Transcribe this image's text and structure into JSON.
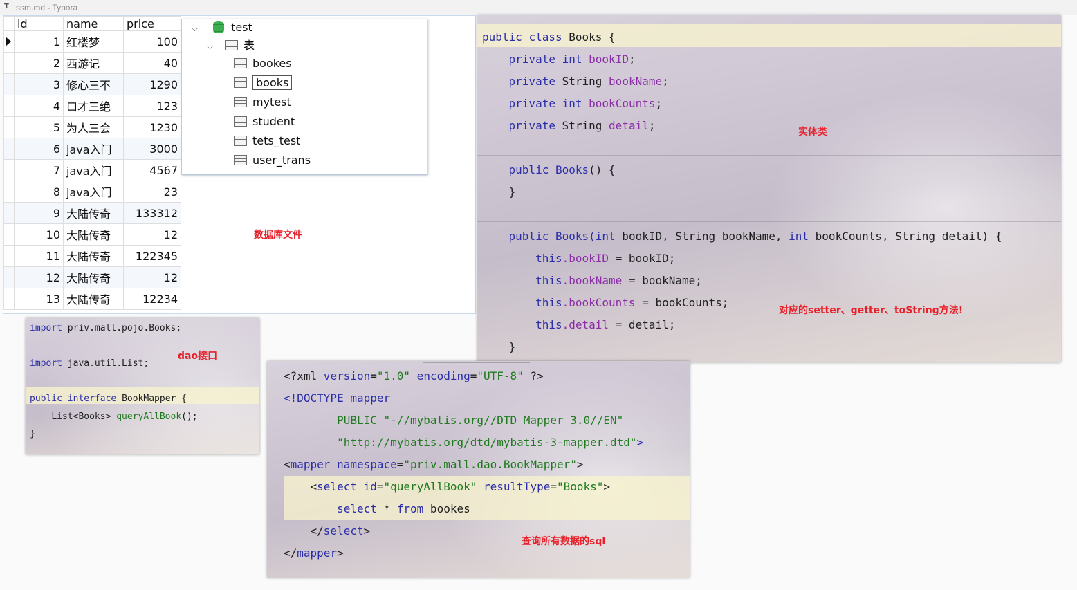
{
  "window": {
    "title": "ssm.md - Typora",
    "icon": "T"
  },
  "db_table": {
    "columns": [
      "id",
      "name",
      "price"
    ],
    "rows": [
      [
        "1",
        "红楼梦",
        "100"
      ],
      [
        "2",
        "西游记",
        "40"
      ],
      [
        "3",
        "修心三不",
        "1290"
      ],
      [
        "4",
        "口才三绝",
        "123"
      ],
      [
        "5",
        "为人三会",
        "1230"
      ],
      [
        "6",
        "java入门",
        "3000"
      ],
      [
        "7",
        "java入门",
        "4567"
      ],
      [
        "8",
        "java入门",
        "23"
      ],
      [
        "9",
        "大陆传奇",
        "133312"
      ],
      [
        "10",
        "大陆传奇",
        "12"
      ],
      [
        "11",
        "大陆传奇",
        "122345"
      ],
      [
        "12",
        "大陆传奇",
        "12"
      ],
      [
        "13",
        "大陆传奇",
        "12234"
      ]
    ]
  },
  "tree": {
    "database": "test",
    "tables_folder": "表",
    "tables": [
      "bookes",
      "books",
      "mytest",
      "student",
      "tets_test",
      "user_trans"
    ],
    "selected": "books"
  },
  "notes": {
    "db_file": "数据库文件",
    "entity": "实体类",
    "methods": "对应的setter、getter、toString方法!",
    "dao": "dao接口",
    "sql": "查询所有数据的sql"
  },
  "entity_code": {
    "class_decl": [
      "public",
      "class",
      "Books {"
    ],
    "fields": [
      [
        "private",
        "int",
        "bookID",
        ";"
      ],
      [
        "private",
        "String",
        "bookName",
        ";"
      ],
      [
        "private",
        "int",
        "bookCounts",
        ";"
      ],
      [
        "private",
        "String",
        "detail",
        ";"
      ]
    ],
    "ctor_empty": [
      "public",
      "Books",
      "() {",
      "}"
    ],
    "ctor_full_sig": [
      "public",
      "Books(",
      "int",
      " bookID, String bookName, ",
      "int",
      " bookCounts, String detail) {"
    ],
    "assigns": [
      [
        "this",
        ".bookID",
        " = bookID;"
      ],
      [
        "this",
        ".bookName",
        " = bookName;"
      ],
      [
        "this",
        ".bookCounts",
        " = bookCounts;"
      ],
      [
        "this",
        ".detail",
        " = detail;"
      ]
    ],
    "close": "}"
  },
  "dao_code": {
    "import1": [
      "import",
      " priv.mall.pojo.Books;"
    ],
    "import2": [
      "import",
      " java.util.List;"
    ],
    "iface": [
      "public",
      " interface",
      " BookMapper {"
    ],
    "method": [
      "List<Books> ",
      "queryAllBook",
      "();"
    ],
    "close": "}"
  },
  "xml_code": {
    "l1": [
      "<?xml",
      " version",
      "=",
      "\"1.0\"",
      " encoding",
      "=",
      "\"UTF-8\"",
      " ?>"
    ],
    "l2": [
      "<!DOCTYPE",
      " mapper"
    ],
    "l3": [
      "PUBLIC",
      " \"-//mybatis.org//DTD Mapper 3.0//EN\""
    ],
    "l4": [
      "\"http://mybatis.org/dtd/mybatis-3-mapper.dtd\"",
      ">"
    ],
    "l5": [
      "<",
      "mapper",
      " namespace",
      "=",
      "\"priv.mall.dao.BookMapper\"",
      ">"
    ],
    "l6": [
      "<",
      "select",
      " id",
      "=",
      "\"queryAllBook\"",
      " resultType",
      "=",
      "\"Books\"",
      ">"
    ],
    "l7": [
      "select",
      " * ",
      "from",
      " bookes"
    ],
    "l8": [
      "</",
      "select",
      ">"
    ],
    "l9": [
      "</",
      "mapper",
      ">"
    ]
  }
}
